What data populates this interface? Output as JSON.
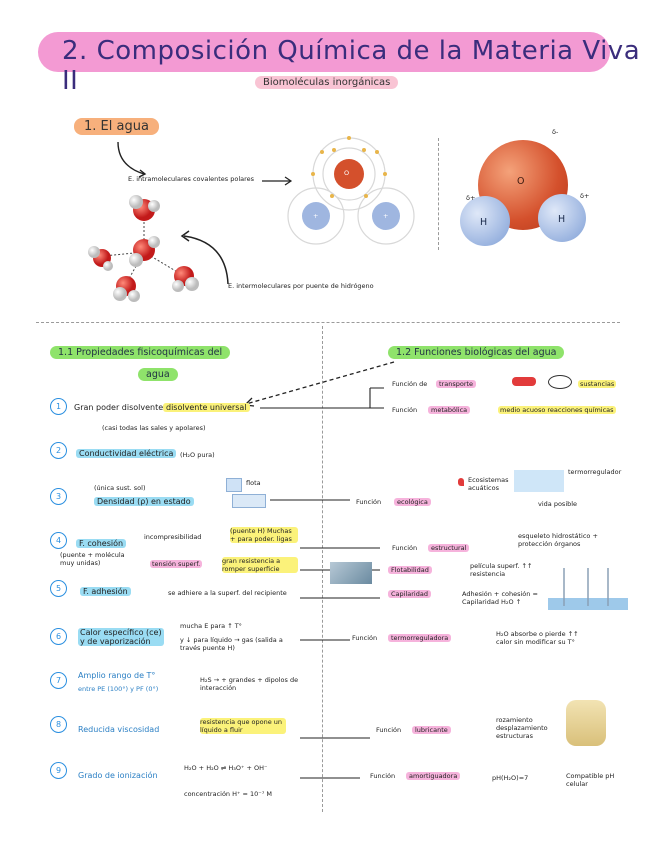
{
  "title": "2. Composición Química de la Materia Viva II",
  "subtitle": "Biomoléculas inorgánicas",
  "section1": {
    "heading": "1. El agua",
    "polar_bonds": "E. intramoleculares covalentes polares",
    "hydrogen_bonds": "E. intermoleculares por puente de hidrógeno",
    "atom_o": "O",
    "atom_h": "H",
    "delta_minus": "δ-",
    "delta_plus": "δ+",
    "plus": "+"
  },
  "props": {
    "heading_line1": "1.1 Propiedades fisicoquímicas del",
    "heading_line2": "agua",
    "items": [
      {
        "n": "1",
        "text": "Gran poder disolvente",
        "tag": "disolvente universal",
        "sub": "(casi todas las sales y apolares)"
      },
      {
        "n": "2",
        "text": "Conductividad eléctrica",
        "sub": "(H₂O pura)"
      },
      {
        "n": "3",
        "text": "Densidad (ρ) en estado",
        "sub": "(única sust. sol)",
        "extra": "flota"
      },
      {
        "n": "4",
        "text": "F. cohesión",
        "sub": "(puente + molécula muy unidas)",
        "a": "incompresibilidad",
        "a_note": "(puente H) Muchas + para poder. ligas",
        "b": "tensión superf.",
        "b_note": "gran resistencia a romper superficie"
      },
      {
        "n": "5",
        "text": "F. adhesión",
        "note": "se adhiere a la superf. del recipiente"
      },
      {
        "n": "6",
        "text": "Calor específico (ce) y de vaporización",
        "note": "mucha E para ↑ T°",
        "note2": "y ↓ para líquido → gas (salida a través puente H)"
      },
      {
        "n": "7",
        "text": "Amplio rango de T°",
        "sub": "entre PE (100°) y PF (0°)",
        "note": "H₂S → + grandes + dipolos de interacción"
      },
      {
        "n": "8",
        "text": "Reducida viscosidad",
        "note": "resistencia que opone un líquido a fluir"
      },
      {
        "n": "9",
        "text": "Grado de ionización",
        "eq": "H₂O + H₂O ⇌ H₃O⁺ + OH⁻",
        "eq_note": "concentración H⁺ = 10⁻⁷ M",
        "eq_ph": "pH (H₂O) = 7"
      }
    ]
  },
  "functions": {
    "heading": "1.2 Funciones biológicas del agua",
    "items": [
      {
        "label": "Función de",
        "tag": "transporte",
        "note": "sustancias"
      },
      {
        "label": "Función",
        "tag": "metabólica",
        "note": "medio acuoso reacciones químicas"
      },
      {
        "label": "Función",
        "tag": "ecológica",
        "note1": "Ecosistemas acuáticos",
        "note2": "termorregulador",
        "note3": "vida posible"
      },
      {
        "label": "Función",
        "tag": "estructural",
        "note": "esqueleto hidrostático + protección órganos"
      },
      {
        "label": "",
        "tag": "Flotabilidad",
        "note": "película superf. ↑↑ resistencia"
      },
      {
        "label": "",
        "tag": "Capilaridad",
        "note": "Adhesión + cohesión = Capilaridad H₂O ↑"
      },
      {
        "label": "Función",
        "tag": "termorreguladora",
        "note": "H₂O absorbe o pierde ↑↑ calor sin modificar su T°"
      },
      {
        "label": "Función",
        "tag": "lubricante",
        "note": "rozamiento desplazamiento estructuras"
      },
      {
        "label": "Función",
        "tag": "amortiguadora",
        "note": "pH(H₂O)=7",
        "note2": "Compatible pH celular"
      }
    ]
  }
}
